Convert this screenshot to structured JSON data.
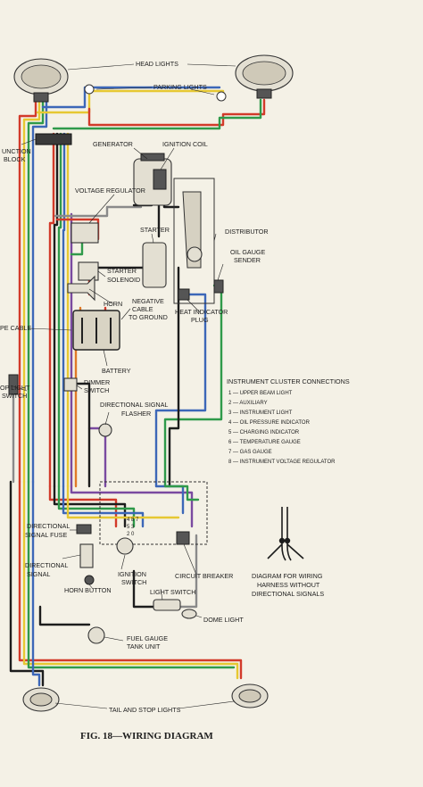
{
  "caption": "FIG. 18—WIRING DIAGRAM",
  "labels": {
    "head_lights": "HEAD LIGHTS",
    "parking_lights": "PARKING LIGHTS",
    "junction_block_1": "UNCTION",
    "junction_block_2": "BLOCK",
    "generator": "GENERATOR",
    "ignition_coil": "IGNITION COIL",
    "voltage_regulator": "VOLTAGE REGULATOR",
    "starter": "STARTER",
    "distributor": "DISTRIBUTOR",
    "oil_gauge_sender_1": "OIL GAUGE",
    "oil_gauge_sender_2": "SENDER",
    "starter_solenoid_1": "STARTER",
    "starter_solenoid_2": "SOLENOID",
    "horn": "HORN",
    "negative_cable_1": "NEGATIVE",
    "negative_cable_2": "CABLE",
    "negative_cable_3": "TO GROUND",
    "heat_indicator_plug_1": "HEAT INDICATOR",
    "heat_indicator_plug_2": "PLUG",
    "pe_cable": "PE CABLE",
    "battery": "BATTERY",
    "stop_light_switch_1": "OP LIGHT",
    "stop_light_switch_2": "SWITCH",
    "dimmer_switch_1": "DIMMER",
    "dimmer_switch_2": "SWITCH",
    "directional_signal_flasher_1": "DIRECTIONAL SIGNAL",
    "directional_signal_flasher_2": "FLASHER",
    "directional_signal_fuse_1": "DIRECTIONAL",
    "directional_signal_fuse_2": "SIGNAL FUSE",
    "directional_signal_1": "DIRECTIONAL",
    "directional_signal_2": "SIGNAL",
    "horn_button": "HORN BUTTON",
    "ignition_switch_1": "IGNITION",
    "ignition_switch_2": "SWITCH",
    "circuit_breaker": "CIRCUIT BREAKER",
    "light_switch": "LIGHT SWITCH",
    "dome_light": "DOME LIGHT",
    "fuel_gauge_tank_unit_1": "FUEL GAUGE",
    "fuel_gauge_tank_unit_2": "TANK UNIT",
    "tail_and_stop_lights": "TAIL AND STOP LIGHTS",
    "harness_note_1": "DIAGRAM FOR WIRING",
    "harness_note_2": "HARNESS WITHOUT",
    "harness_note_3": "DIRECTIONAL SIGNALS"
  },
  "instrument_cluster": {
    "title": "INSTRUMENT CLUSTER CONNECTIONS",
    "items": [
      "1 — UPPER BEAM LIGHT",
      "2 — AUXILIARY",
      "3 — INSTRUMENT LIGHT",
      "4 — OIL PRESSURE INDICATOR",
      "5 — CHARGING INDICATOR",
      "6 — TEMPERATURE GAUGE",
      "7 — GAS GAUGE",
      "8 — INSTRUMENT VOLTAGE REGULATOR"
    ]
  },
  "cluster_terminals": {
    "row1": "4 8 7",
    "row2": "5 3",
    "row3": "2 0"
  },
  "colors": {
    "paper": "#f4f1e6",
    "red": "#d23a2a",
    "yellow": "#e6c832",
    "green": "#2f9a4a",
    "blue": "#3c67b8",
    "black": "#1d1d1d",
    "gray": "#8a8a8a",
    "purple": "#7a4aa0",
    "orange": "#e07a28"
  }
}
